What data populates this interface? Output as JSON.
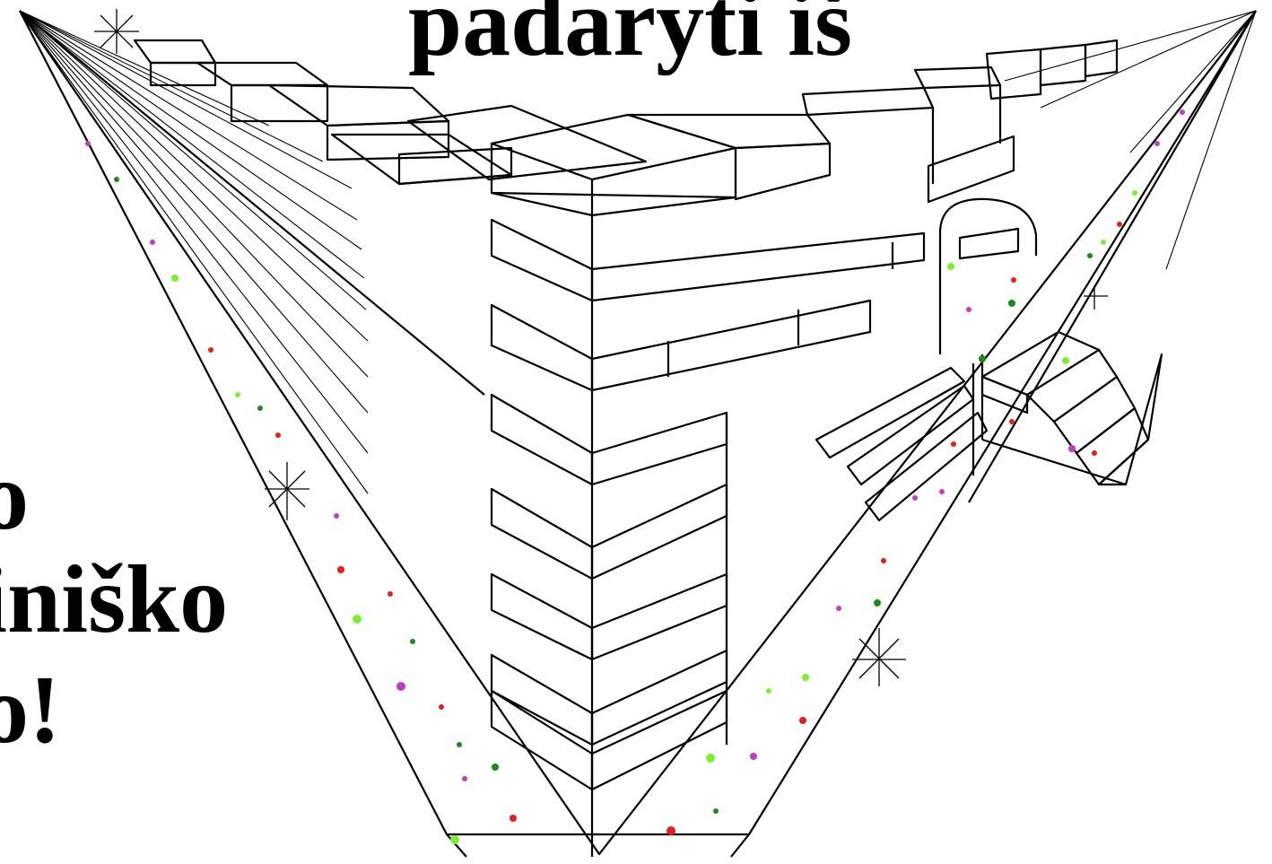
{
  "slide": {
    "title_fragment": "padaryti iš",
    "left_lines": [
      "o",
      "iniško",
      "o!"
    ]
  },
  "colors": {
    "background": "#ffffff",
    "ink": "#000000",
    "confetti": [
      "#e81c1c",
      "#1a8a1a",
      "#7cf030",
      "#c43cc4"
    ]
  },
  "illustration": {
    "subject": "two-point-perspective-city-drawing",
    "elements": [
      "vanishing-point-sparkles",
      "perspective-rays",
      "stacked-box-buildings",
      "arched-doorway",
      "staircase",
      "confetti-road"
    ]
  }
}
